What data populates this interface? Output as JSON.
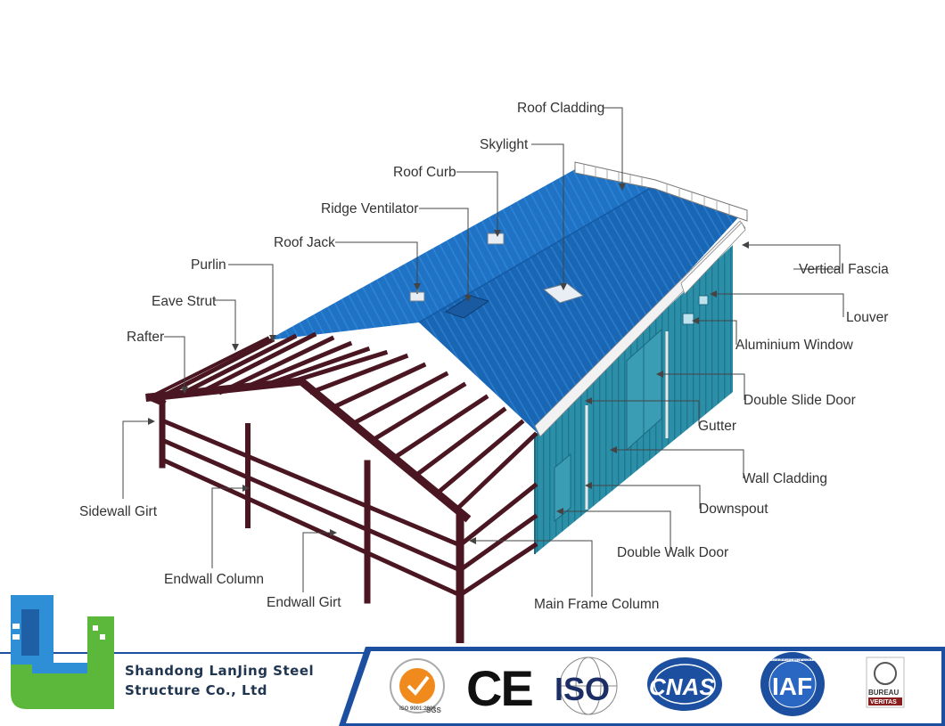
{
  "diagram": {
    "labels": [
      "Roof Cladding",
      "Skylight",
      "Roof Curb",
      "Ridge Ventilator",
      "Roof Jack",
      "Purlin",
      "Eave Strut",
      "Rafter",
      "Vertical Fascia",
      "Louver",
      "Aluminium Window",
      "Double Slide Door",
      "Gutter",
      "Wall Cladding",
      "Downspout",
      "Double Walk Door",
      "Main Frame Column",
      "Sidewall Girt",
      "Endwall Column",
      "Endwall Girt"
    ]
  },
  "footer": {
    "company_line1": "Shandong LanJing Steel",
    "company_line2": "Structure Co., Ltd",
    "certifications": [
      "SGS",
      "CE",
      "ISO",
      "CNAS",
      "IAF",
      "BUREAU VERITAS"
    ],
    "sgs_ring_text": "ISO 9001:2000",
    "iaf_ring_text": "MEMBER OF MULTILATERAL RECOGNITION ARRANGEMENT",
    "bv_line1": "BUREAU",
    "bv_line2": "VERITAS"
  },
  "colors": {
    "roof_blue": "#1e6fc0",
    "wall_teal": "#2c8fa8",
    "frame_maroon": "#4a1622",
    "footer_blue": "#1d4fa0",
    "logo_blue": "#2f8fd6",
    "logo_green": "#5cb83a"
  }
}
